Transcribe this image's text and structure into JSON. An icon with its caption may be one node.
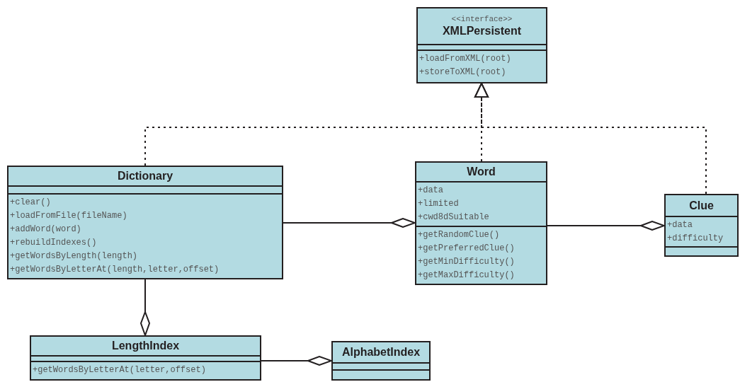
{
  "diagram": {
    "nodes": [
      {
        "text": [
          "<<interface>>",
          "XMLPersistent"
        ]
      },
      {
        "text": [],
        "shape": "box",
        "in": 0
      },
      {
        "text": [
          "+loadFromXML(root)",
          "+storeToXML(root)"
        ],
        "in": 0
      },
      {
        "text": [
          "Dictionary"
        ]
      },
      {
        "text": [],
        "shape": "box",
        "in": 3
      },
      {
        "text": [
          "+clear()",
          "+loadFromFile(fileName)",
          "+addWord(word)",
          "+rebuildIndexes()",
          "+getWordsByLength(length)",
          "+getWordsByLetterAt(length,letter,offset)"
        ],
        "in": 3
      },
      {
        "text": [
          "Word"
        ]
      },
      {
        "text": [
          "+data",
          "+limited",
          "+cwd8dSuitable"
        ],
        "in": 6
      },
      {
        "text": [
          "+getRandomClue()",
          "+getPreferredClue()",
          "+getMinDifficulty()",
          "+getMaxDifficulty()"
        ],
        "in": 6
      },
      {
        "text": [
          "Clue"
        ]
      },
      {
        "text": [
          "+data",
          "+difficulty"
        ],
        "in": 9
      },
      {
        "text": [],
        "shape": "box",
        "in": 9
      },
      {
        "text": [
          "LengthIndex"
        ]
      },
      {
        "text": [],
        "shape": "box",
        "in": 12
      },
      {
        "text": [
          "+getWordsByLetterAt(letter,offset)"
        ],
        "in": 12
      },
      {
        "text": [
          "AlphabetIndex"
        ]
      },
      {
        "text": [],
        "shape": "box",
        "in": 15
      },
      {
        "text": [],
        "shape": "box",
        "in": 15
      }
    ],
    "edges": [
      {
        "from": 3,
        "to": 0,
        "arrow": "to",
        "style": "dashed"
      },
      {
        "from": 6,
        "to": 0,
        "arrow": "to",
        "style": "dashed"
      },
      {
        "from": 9,
        "to": 0,
        "arrow": "to",
        "style": "dashed"
      },
      {
        "from": 3,
        "to": 6,
        "arrow": "other"
      },
      {
        "from": 6,
        "to": 9,
        "arrow": "other"
      },
      {
        "from": 3,
        "to": 12,
        "arrow": "other"
      },
      {
        "from": 12,
        "to": 15,
        "arrow": "other"
      }
    ]
  }
}
